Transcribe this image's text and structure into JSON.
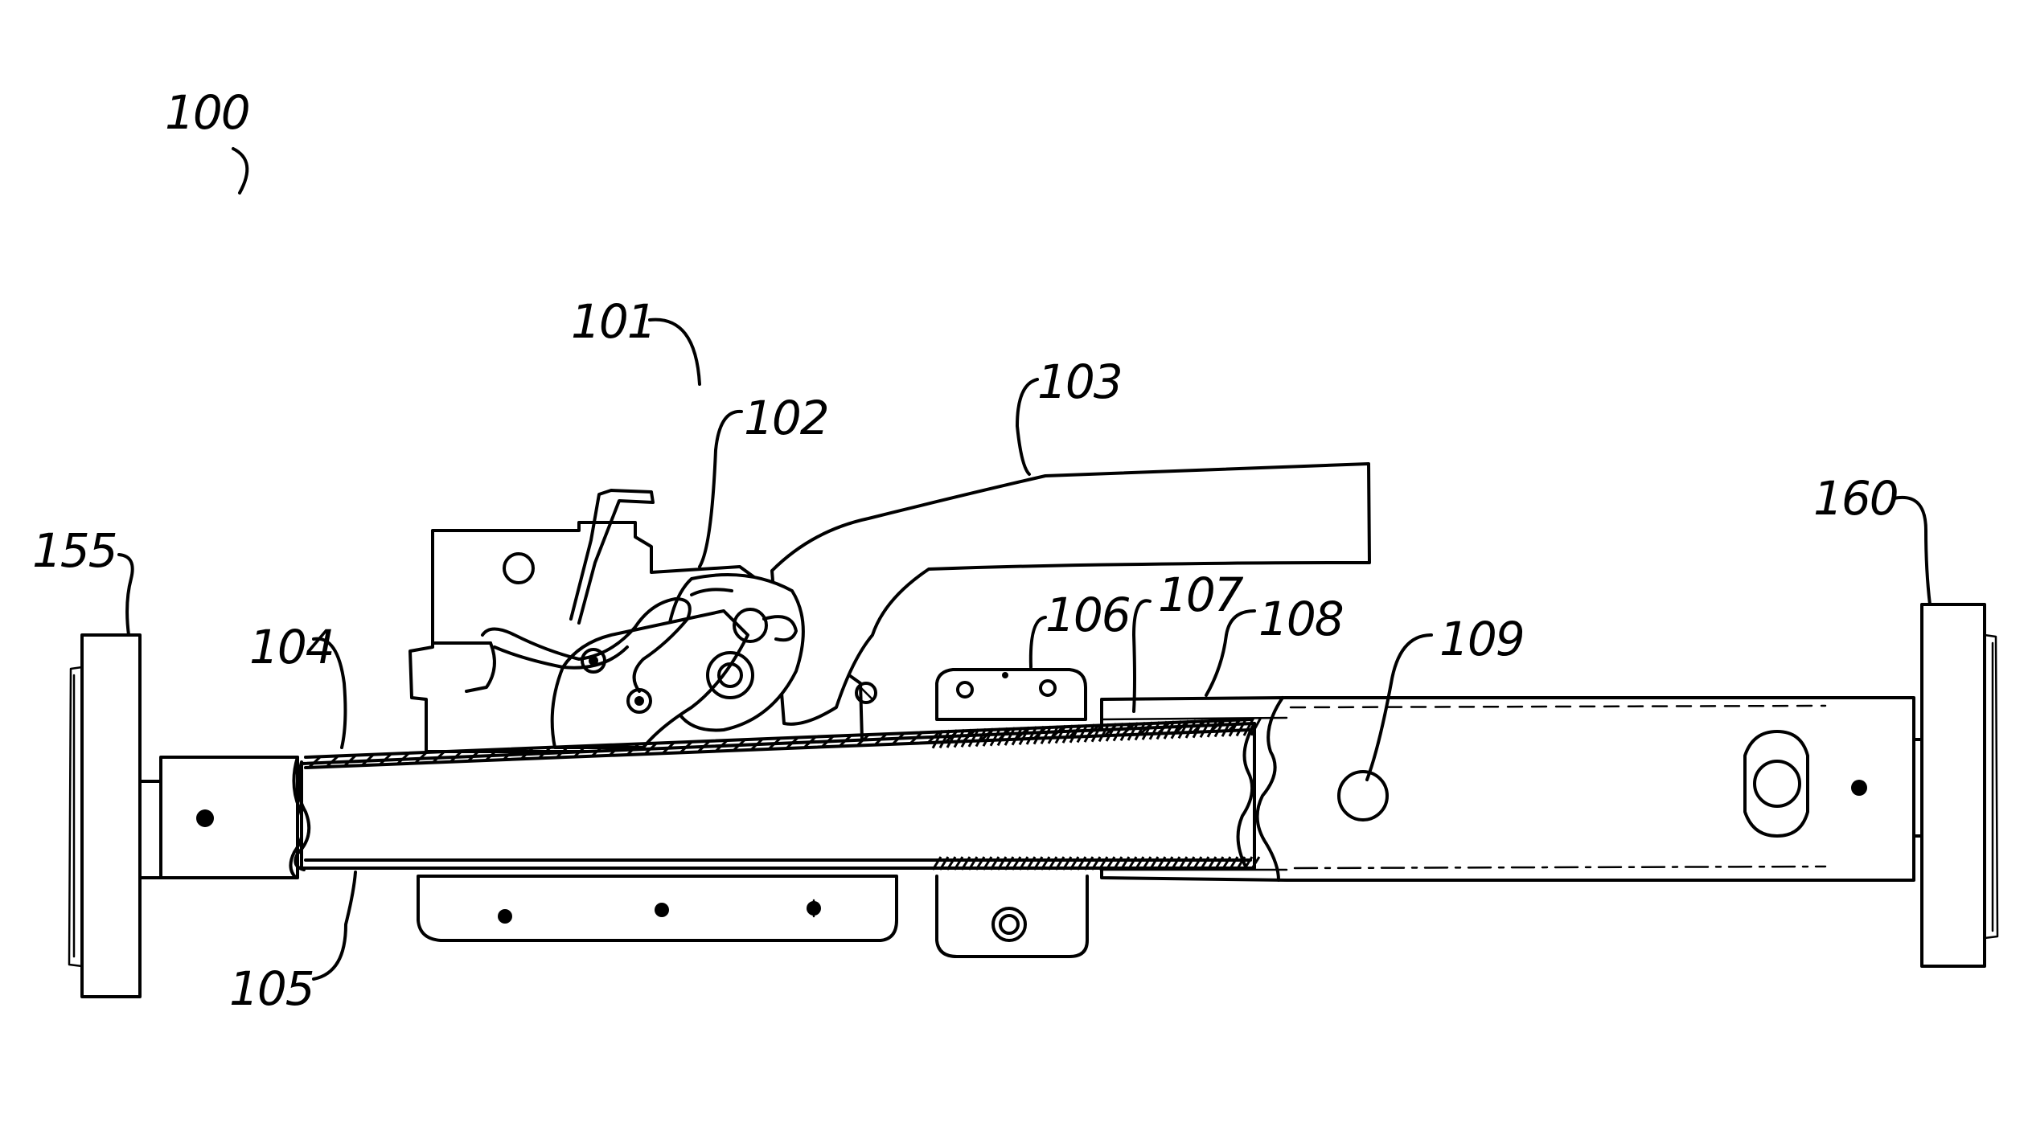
{
  "figure": {
    "reference_numerals": {
      "assembly": "100",
      "latch_assembly": "101",
      "latch": "102",
      "handle": "103",
      "upper_edge": "104",
      "lower_edge": "105",
      "bracket": "106",
      "outer_tube": "107",
      "rack": "108",
      "slot": "109",
      "left_end_plate": "155",
      "right_end_plate": "160"
    }
  },
  "colors": {
    "ink": "#000000",
    "background": "#ffffff"
  }
}
